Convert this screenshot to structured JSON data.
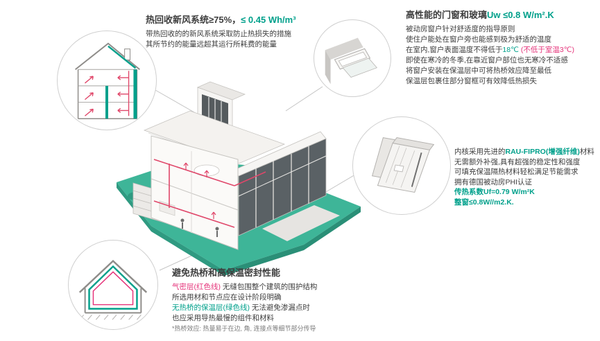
{
  "colors": {
    "teal": "#00a08b",
    "magenta": "#e5337a",
    "duct_red": "#e0476a",
    "dark_text": "#3d3d3d",
    "platform_teal": "#3eb598",
    "line_gray": "#c4c4c4"
  },
  "ventilation_callout": {
    "title_main": "热回收新风系统≥75%，",
    "title_value": "≤ 0.45 Wh/m³",
    "line1": "带热回收的的新风系统采取防止热损失的措施",
    "line2": "其所节约的能量远超其运行所耗费的能量"
  },
  "windows_callout": {
    "title_main": "高性能的门窗和玻璃",
    "title_value": "Uw ≤0.8 W/m².K",
    "line1": "被动房窗户针对舒适度的指导原则",
    "line2": "使住户能处在窗户旁也能感到极为舒适的温度",
    "line3_pre": "在室内,窗户表面温度不得低于",
    "line3_temp": "18℃",
    "line3_note": "(不低于室温3℃)",
    "line4": "即使在寒冷的冬季,在靠近窗户部位也无寒冷不适感",
    "line5": "将窗户安装在保温层中可将热桥效应降至最低",
    "line6": "保温层包裹住部分窗框可有效降低热损失"
  },
  "profile_callout": {
    "line1_pre": "内核采用先进的",
    "line1_brand": "RAU-FIPRO(增强纤维)",
    "line1_post": "材料",
    "line2": "无需额外补强,具有超强的稳定性和强度",
    "line3": "可填充保温隔热材料轻松满足节能需求",
    "line4": "拥有德国被动房PHI认证",
    "line5": "传热系数Uf=0.79 W/m²K",
    "line6": "整窗≤0.8W//m2.K."
  },
  "thermal_callout": {
    "title": "避免热桥和高保温密封性能",
    "line1_label": "气密层(红色线)",
    "line1_rest": "无缝包围整个建筑的围护结构",
    "line2": "所选用材和节点应在设计阶段明确",
    "line3_label": "无热桥的保温层(绿色线)",
    "line3_rest": "无法避免渗漏点时",
    "line4": "也应采用导热最慢的组件和材料",
    "footnote": "*热桥效应: 热量易于在边, 角, 连接点等细节部分传导"
  }
}
